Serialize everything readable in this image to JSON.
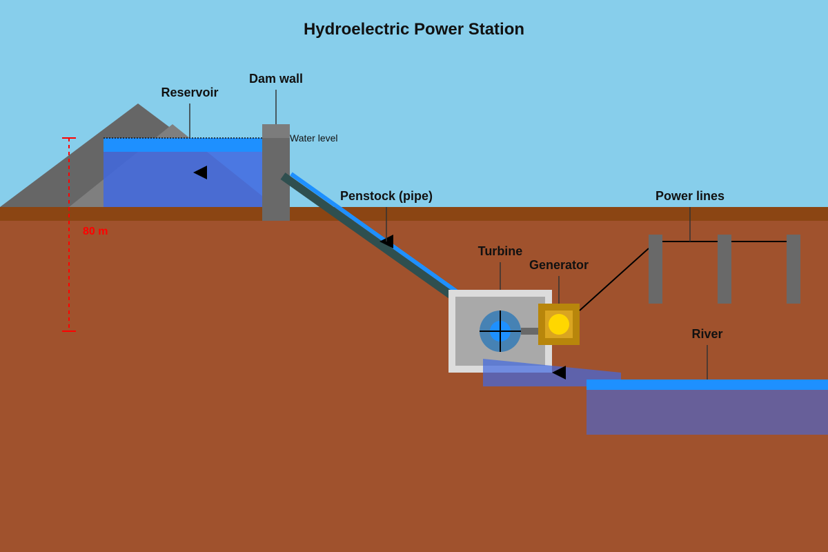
{
  "title": "Hydroelectric Power Station",
  "labels": {
    "reservoir": "Reservoir",
    "dam_wall": "Dam wall",
    "water_level": "Water level",
    "penstock": "Penstock (pipe)",
    "turbine": "Turbine",
    "generator": "Generator",
    "power_lines": "Power lines",
    "river": "River"
  },
  "height": {
    "label": "80 m",
    "color": "#FF0000"
  },
  "colors": {
    "sky": "#87CEEB",
    "ground": "#A0522D",
    "ground_surface": "#8B4513",
    "water_surface": "#1E90FF",
    "water_body": "#4169E1",
    "mountain": "#666666",
    "concrete": "#696969",
    "generator": "#B8860B",
    "generator_core": "#FFD700"
  }
}
